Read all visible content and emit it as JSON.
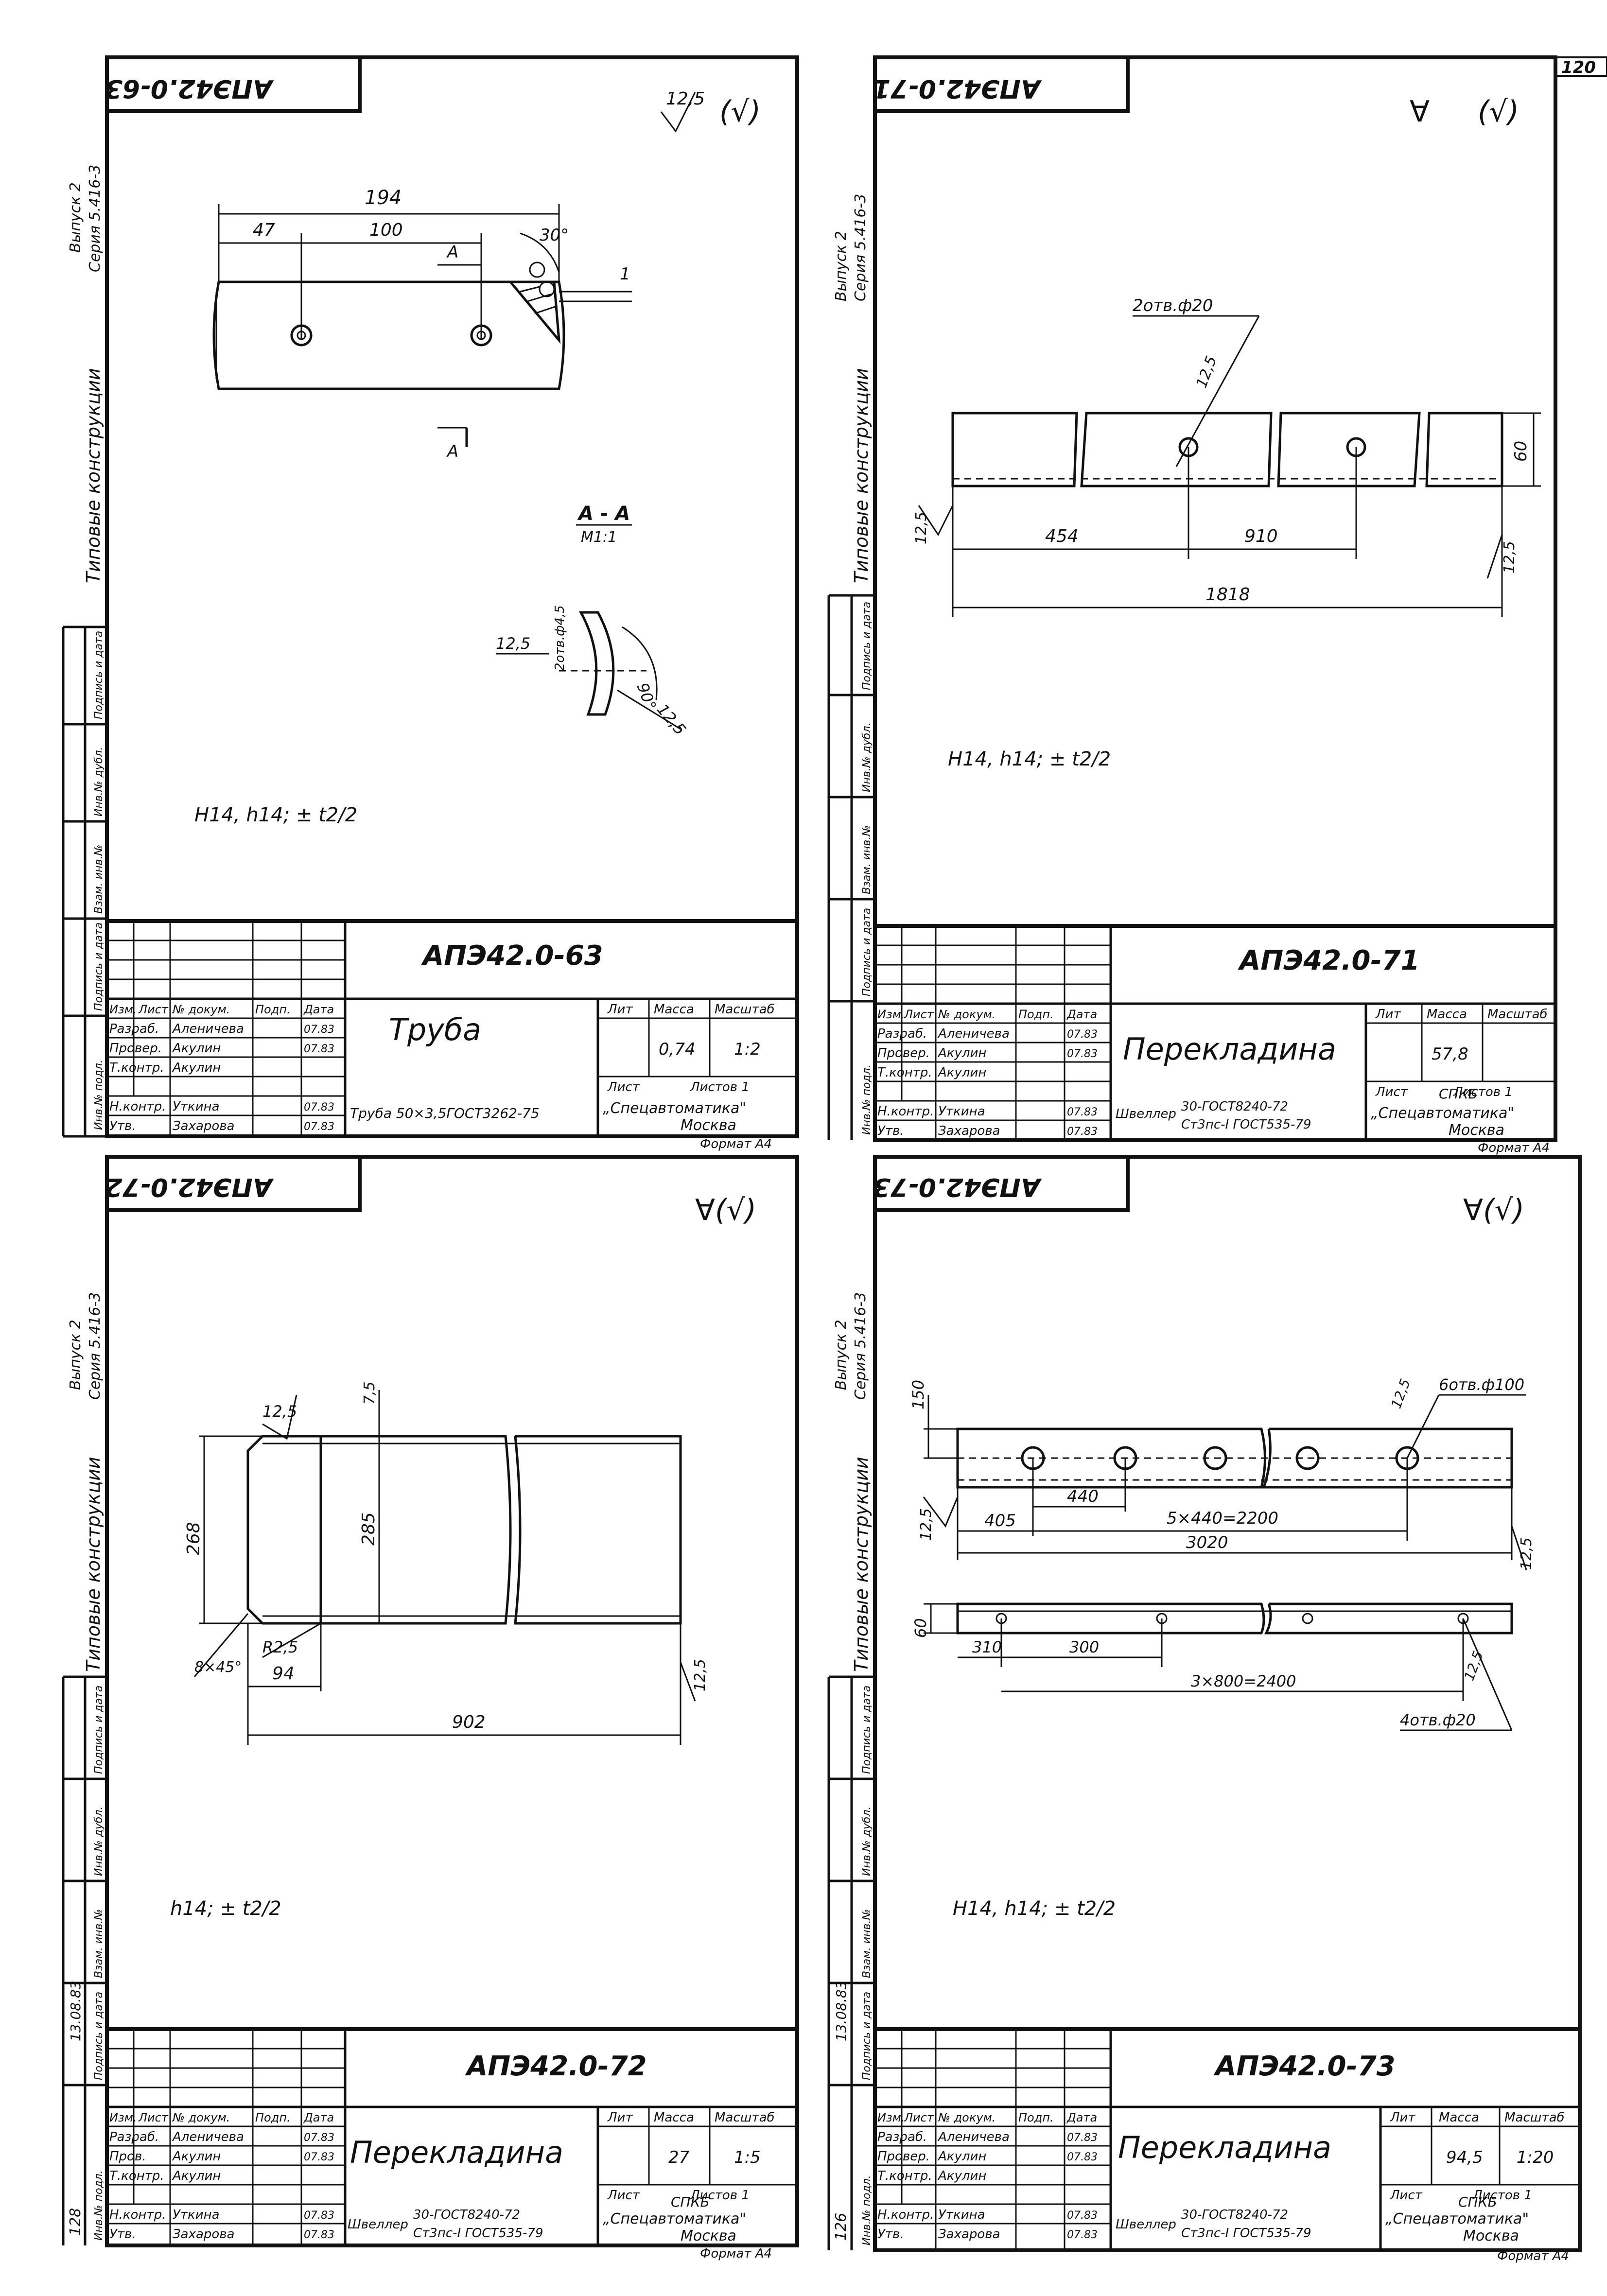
{
  "page_number": "120",
  "sheets": [
    {
      "series_line1": "Выпуск 2",
      "series_line2": "Серия 5.416-3",
      "side_label": "Типовые конструкции",
      "side_boxes": [
        "Подпись и дата",
        "Инв.№ дубл.",
        "Взам. инв.№",
        "Подпись и дата",
        "Инв.№ подл."
      ],
      "stamp_code_mirrored": "АПЭ42.0-63",
      "roughness_top": "12,5",
      "roughness_sign": "(√)",
      "dims": [
        "194",
        "47",
        "100",
        "30°",
        "А",
        "1",
        "А"
      ],
      "section_title": "А - А",
      "section_scale": "М1:1",
      "section_dims": [
        "2отв.ф4,5",
        "12,5",
        "90°",
        "12,5"
      ],
      "tolerance": "H14, h14; ± t2/2",
      "title_block": {
        "code": "АПЭ42.0-63",
        "name": "Труба",
        "rows": [
          [
            "Изм.",
            "Лист",
            "№ докум.",
            "Подп.",
            "Дата"
          ],
          [
            "Разраб.",
            "Аленичева",
            "",
            "07.83"
          ],
          [
            "Провер.",
            "Акулин",
            "",
            "07.83"
          ],
          [
            "Т.контр.",
            "Акулин",
            "",
            ""
          ],
          [
            "Н.контр.",
            "Уткина",
            "",
            "07.83"
          ],
          [
            "Утв.",
            "Захарова",
            "",
            "07.83"
          ]
        ],
        "lit_label": "Лит",
        "mass_label": "Масса",
        "scale_label": "Масштаб",
        "mass": "0,74",
        "scale": "1:2",
        "sheet_label": "Лист",
        "sheets_label": "Листов 1",
        "material": "Труба 50×3,5ГОСТ3262-75",
        "org1": "„Спецавтоматика\"",
        "org2": "Москва",
        "format": "Формат А4"
      }
    },
    {
      "series_line1": "Выпуск 2",
      "series_line2": "Серия 5.416-3",
      "side_label": "Типовые конструкции",
      "side_boxes": [
        "Подпись и дата",
        "Инв.№ дубл.",
        "Взам. инв.№",
        "Подпись и дата",
        "Инв.№ подл."
      ],
      "stamp_code_mirrored": "АПЭ42.0-71",
      "roughness_top": "∀",
      "roughness_sign": "(√)",
      "dims": [
        "2отв.ф20",
        "12,5",
        "60",
        "12,5",
        "454",
        "910",
        "12,5",
        "1818"
      ],
      "tolerance": "H14, h14; ± t2/2",
      "title_block": {
        "code": "АПЭ42.0-71",
        "name": "Перекладина",
        "rows": [
          [
            "Изм.",
            "Лист",
            "№ докум.",
            "Подп.",
            "Дата"
          ],
          [
            "Разраб.",
            "Аленичева",
            "",
            "07.83"
          ],
          [
            "Провер.",
            "Акулин",
            "",
            "07.83"
          ],
          [
            "Т.контр.",
            "Акулин",
            "",
            ""
          ],
          [
            "Н.контр.",
            "Уткина",
            "",
            "07.83"
          ],
          [
            "Утв.",
            "Захарова",
            "",
            "07.83"
          ]
        ],
        "lit_label": "Лит",
        "mass_label": "Масса",
        "scale_label": "Масштаб",
        "mass": "57,8",
        "scale": "",
        "sheet_label": "Лист",
        "sheets_label": "Листов 1",
        "material_line1": "30-ГОСТ8240-72",
        "material_line2": "Ст3пс-I ГОСТ535-79",
        "material_prefix": "Швеллер",
        "org0": "СПКБ",
        "org1": "„Спецавтоматика\"",
        "org2": "Москва",
        "format": "Формат А4"
      }
    },
    {
      "series_line1": "Выпуск 2",
      "series_line2": "Серия 5.416-3",
      "side_label": "Типовые конструкции",
      "side_boxes": [
        "Подпись и дата",
        "Инв.№ дубл.",
        "Взам. инв.№",
        "Подпись и дата",
        "Инв.№ подл."
      ],
      "stamp_code_mirrored": "АПЭ42.0-72",
      "roughness_sign": "∀(√)",
      "dims": [
        "12,5",
        "7,5",
        "268",
        "285",
        "R2,5",
        "8×45°",
        "94",
        "902",
        "12,5"
      ],
      "tolerance": "h14; ± t2/2",
      "side_date": "13.08.83",
      "side_inv": "128",
      "title_block": {
        "code": "АПЭ42.0-72",
        "name": "Перекладина",
        "rows": [
          [
            "Изм.",
            "Лист",
            "№ докум.",
            "Подп.",
            "Дата"
          ],
          [
            "Разраб.",
            "Аленичева",
            "",
            "07.83"
          ],
          [
            "Пров.",
            "Акулин",
            "",
            "07.83"
          ],
          [
            "Т.контр.",
            "Акулин",
            "",
            ""
          ],
          [
            "Н.контр.",
            "Уткина",
            "",
            "07.83"
          ],
          [
            "Утв.",
            "Захарова",
            "",
            "07.83"
          ]
        ],
        "lit_label": "Лит",
        "mass_label": "Масса",
        "scale_label": "Масштаб",
        "mass": "27",
        "scale": "1:5",
        "sheet_label": "Лист",
        "sheets_label": "Листов 1",
        "material_prefix": "Швеллер",
        "material_line1": "30-ГОСТ8240-72",
        "material_line2": "Ст3пс-I ГОСТ535-79",
        "org0": "СПКБ",
        "org1": "„Спецавтоматика\"",
        "org2": "Москва",
        "format": "Формат А4"
      }
    },
    {
      "series_line1": "Выпуск 2",
      "series_line2": "Серия 5.416-3",
      "side_label": "Типовые конструкции",
      "side_boxes": [
        "Подпись и дата",
        "Инв.№ дубл.",
        "Взам. инв.№",
        "Подпись и дата",
        "Инв.№ подл."
      ],
      "stamp_code_mirrored": "АПЭ42.0-73",
      "roughness_sign": "∀(√)",
      "dims": [
        "150",
        "12,5",
        "6отв.ф100",
        "440",
        "405",
        "5×440=2200",
        "12,5",
        "3020",
        "12,5",
        "60",
        "310",
        "300",
        "3×800=2400",
        "12,5",
        "4отв.ф20"
      ],
      "tolerance": "H14, h14; ± t2/2",
      "side_date": "13.08.83",
      "side_inv": "126",
      "title_block": {
        "code": "АПЭ42.0-73",
        "name": "Перекладина",
        "rows": [
          [
            "Изм.",
            "Лист",
            "№ докум.",
            "Подп.",
            "Дата"
          ],
          [
            "Разраб.",
            "Аленичева",
            "",
            "07.83"
          ],
          [
            "Провер.",
            "Акулин",
            "",
            "07.83"
          ],
          [
            "Т.контр.",
            "Акулин",
            "",
            ""
          ],
          [
            "Н.контр.",
            "Уткина",
            "",
            "07.83"
          ],
          [
            "Утв.",
            "Захарова",
            "",
            "07.83"
          ]
        ],
        "lit_label": "Лит",
        "mass_label": "Масса",
        "scale_label": "Масштаб",
        "mass": "94,5",
        "scale": "1:20",
        "sheet_label": "Лист",
        "sheets_label": "Листов 1",
        "material_prefix": "Швеллер",
        "material_line1": "30-ГОСТ8240-72",
        "material_line2": "Ст3пс-I ГОСТ535-79",
        "org0": "СПКБ",
        "org1": "„Спецавтоматика\"",
        "org2": "Москва",
        "format": "Формат А4"
      }
    }
  ]
}
